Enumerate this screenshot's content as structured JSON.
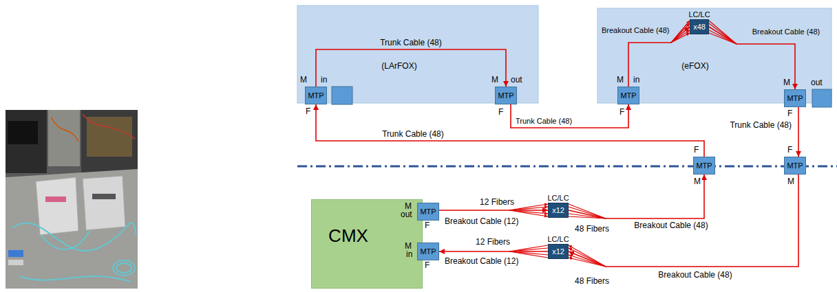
{
  "diagram": {
    "nodes": [
      {
        "text": [
          "(LArFOX)"
        ]
      },
      {
        "text": [
          "MTP"
        ],
        "in": 0
      },
      {
        "text": [
          "MTP"
        ],
        "in": 0
      },
      {
        "text": [
          "(eFOX)"
        ]
      },
      {
        "text": [
          "MTP"
        ],
        "in": 3
      },
      {
        "text": [
          "LC/LC",
          "x48"
        ],
        "in": 3
      },
      {
        "text": [
          "MTP"
        ],
        "in": 3
      },
      {
        "text": [
          "MTP"
        ]
      },
      {
        "text": [
          "MTP"
        ]
      },
      {
        "text": [
          "CMX"
        ]
      },
      {
        "text": [
          "MTP"
        ],
        "in": 9
      },
      {
        "text": [
          "LC/LC",
          "x12"
        ]
      },
      {
        "text": [
          "MTP"
        ],
        "in": 9
      },
      {
        "text": [
          "LC/LC",
          "x12"
        ]
      }
    ],
    "edges": [
      {
        "from": 1,
        "to": 2,
        "arrow": "to",
        "label": "Trunk Cable (48)"
      },
      {
        "from": 2,
        "to": 4,
        "arrow": "to",
        "label": "Trunk Cable (48)"
      },
      {
        "from": 4,
        "to": 5,
        "arrow": "to",
        "label": "Breakout Cable (48)"
      },
      {
        "from": 5,
        "to": 6,
        "arrow": "to",
        "label": "Breakout Cable (48)"
      },
      {
        "from": 6,
        "to": 8,
        "arrow": "to",
        "label": "Trunk Cable (48)"
      },
      {
        "from": 7,
        "to": 1,
        "arrow": "to",
        "label": "Trunk Cable (48)"
      },
      {
        "from": 10,
        "to": 11,
        "arrow": "to",
        "label": "12 Fibers"
      },
      {
        "from": 11,
        "to": 7,
        "arrow": "to",
        "label": "Breakout Cable (48)"
      },
      {
        "from": 8,
        "to": 13,
        "arrow": "to",
        "label": "Breakout Cable (48)"
      },
      {
        "from": 13,
        "to": 12,
        "arrow": "to",
        "label": "12 Fibers"
      }
    ],
    "labels": [
      "M",
      "in",
      "F",
      "M",
      "out",
      "F",
      "M",
      "in",
      "F",
      "M",
      "out",
      "F",
      "F",
      "F",
      "M",
      "M",
      "M",
      "out",
      "F",
      "Breakout Cable (12)",
      "48 Fibers",
      "M",
      "in",
      "F",
      "Breakout Cable (12)",
      "48 Fibers"
    ]
  }
}
